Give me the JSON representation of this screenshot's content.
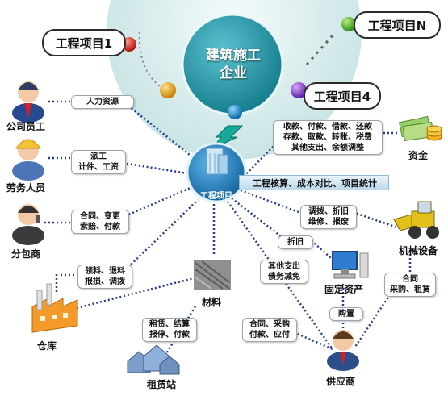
{
  "center": {
    "title_line1": "建筑施工",
    "title_line2": "企业"
  },
  "projects": {
    "p1": "工程项目1",
    "pn": "工程项目N",
    "p4": "工程项目4"
  },
  "hub": {
    "label": "工程项目"
  },
  "banner": "工程核算、成本对比、项目统计",
  "nodes": {
    "staff": "公司员工",
    "labor": "劳务人员",
    "subcontractor": "分包商",
    "warehouse": "仓库",
    "materials": "材料",
    "rental_station": "租赁站",
    "supplier": "供应商",
    "fixed_assets": "固定资产",
    "machinery": "机械设备",
    "funds": "资金"
  },
  "boxes": {
    "hr": [
      "人力资源"
    ],
    "labor": [
      "派工",
      "计件、工资"
    ],
    "sub": [
      "合同、变更",
      "索赔、付款"
    ],
    "warehouse": [
      "领料、退料",
      "报损、调拨"
    ],
    "rental": [
      "租赁、结算",
      "报停、付款"
    ],
    "materials": [
      "合同、采购",
      "付款、应付"
    ],
    "other": [
      "其他支出",
      "债务减免"
    ],
    "depreciation": [
      "折旧"
    ],
    "purchase": [
      "购置"
    ],
    "machinery": [
      "调拨、折旧",
      "维修、报废"
    ],
    "supplier_machinery": [
      "合同",
      "采购、租赁"
    ],
    "funds": [
      "收款、付款、借款、还款",
      "存款、取款、转账、税费",
      "其他支出、余额调整"
    ]
  },
  "colors": {
    "dotted": "#2b3c8f",
    "hub": "#1f86c2",
    "arrow": "#17a398"
  }
}
